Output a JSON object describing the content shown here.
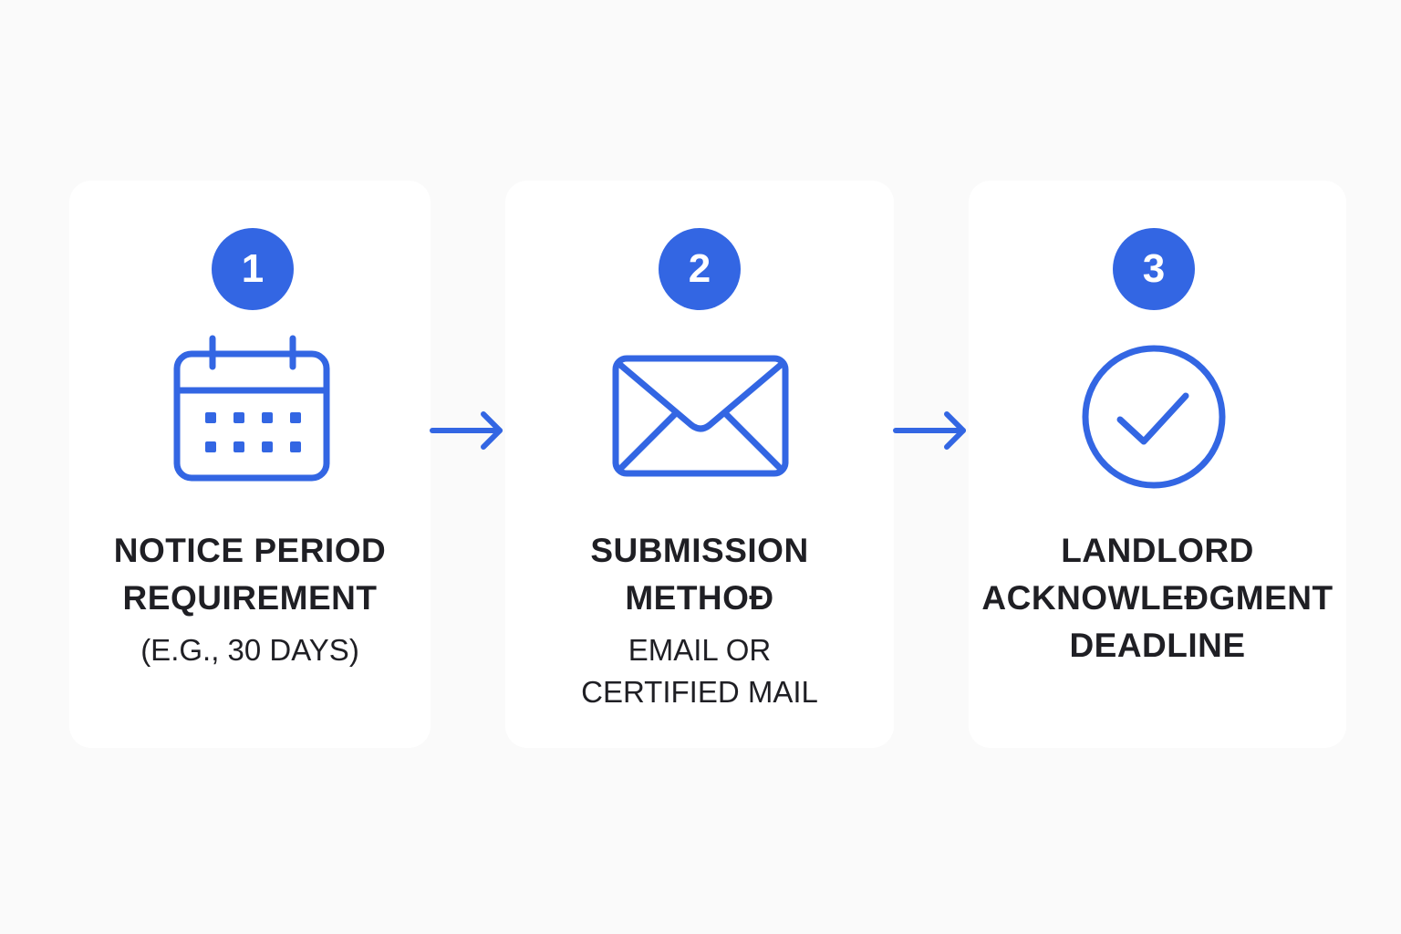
{
  "accent_color": "#3366e3",
  "text_color": "#1f1f24",
  "steps": [
    {
      "number": "1",
      "icon": "calendar-icon",
      "title_lines": [
        "NOTICE PERIOD",
        "REQUIREMENT"
      ],
      "detail_lines": [
        "(E.G., 30 DAYS)"
      ]
    },
    {
      "number": "2",
      "icon": "envelope-icon",
      "title_lines": [
        "SUBMISSION",
        "METHOÐ"
      ],
      "detail_lines": [
        "EMAIL OR",
        "CERTIFIED MAIL"
      ]
    },
    {
      "number": "3",
      "icon": "check-circle-icon",
      "title_lines": [
        "LANDLORD",
        "ACKNOWLEÐGMENT",
        "DEADLINE"
      ],
      "detail_lines": []
    }
  ],
  "connectors": [
    "arrow-right-icon",
    "arrow-right-icon"
  ]
}
